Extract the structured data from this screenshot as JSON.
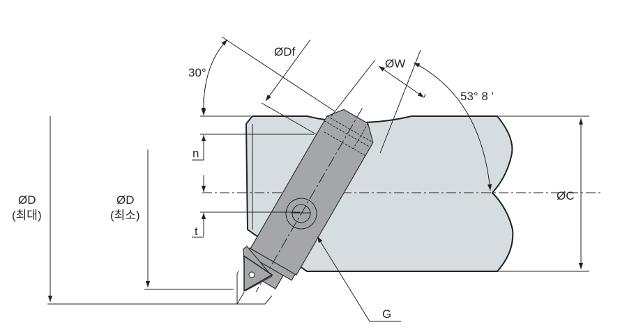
{
  "labels": {
    "angle_30": "30°",
    "dia_df": "ØDf",
    "dia_w": "ØW",
    "angle_53": "53° 8 '",
    "dia_c": "ØC",
    "dia_d_max": "ØD",
    "dia_d_max_note": "(최대)",
    "dia_d_min": "ØD",
    "dia_d_min_note": "(최소)",
    "n": "n",
    "t": "t",
    "g": "G"
  },
  "colors": {
    "workpiece": "#d6dde0",
    "tool": "#a5a6a9",
    "line": "#222222"
  }
}
